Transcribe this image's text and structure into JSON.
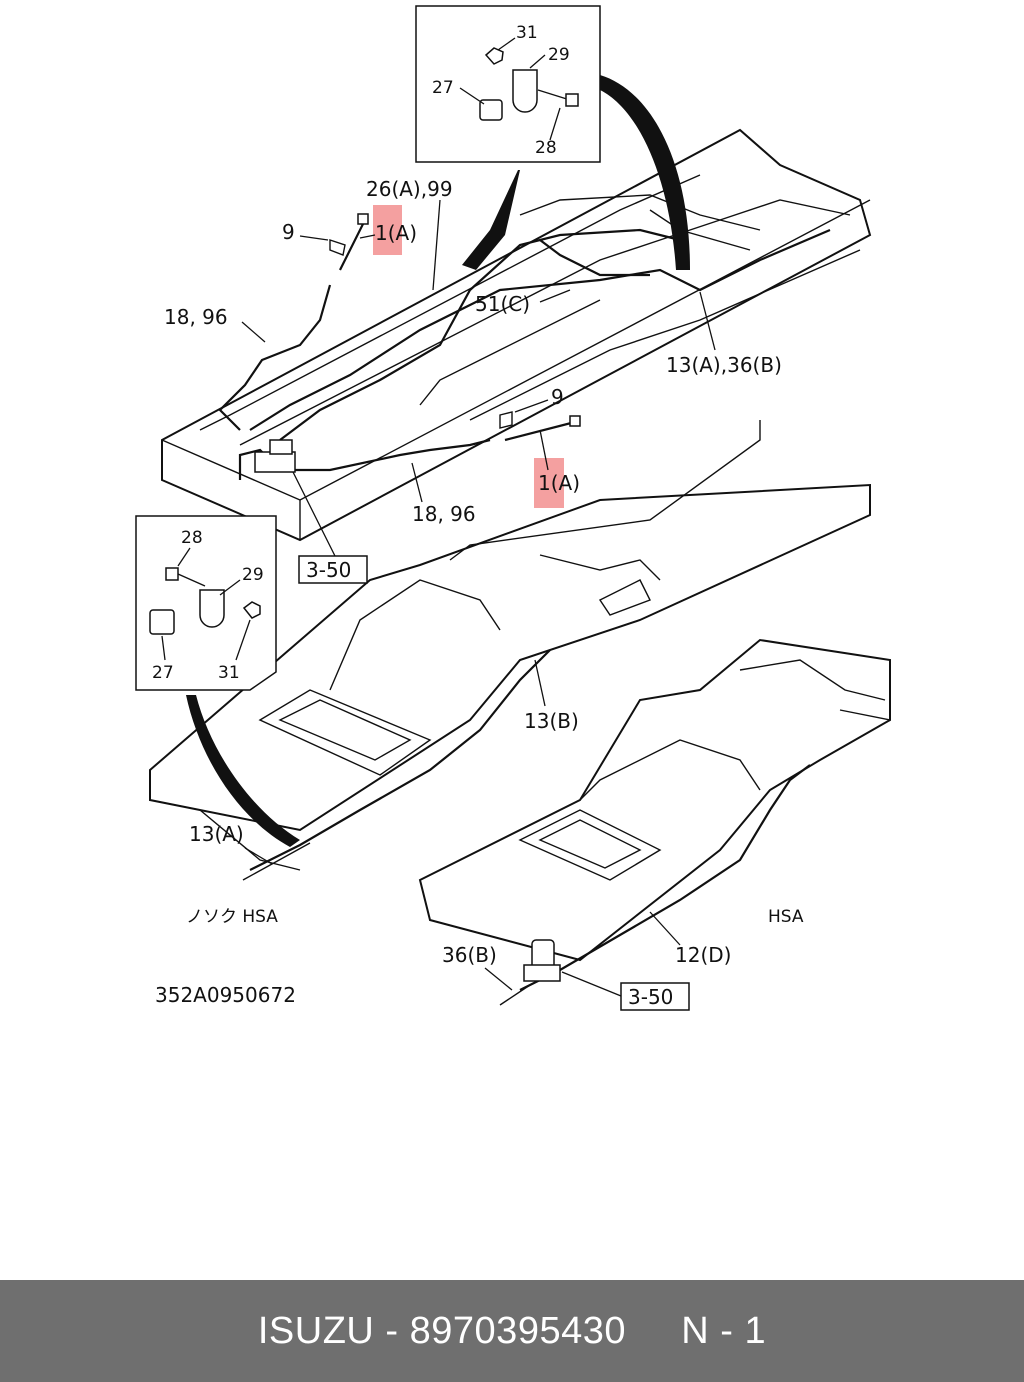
{
  "labels": {
    "inset_top_31": "31",
    "inset_top_29": "29",
    "inset_top_27": "27",
    "inset_top_28": "28",
    "p26a_99": "26(A),99",
    "p9_top": "9",
    "p1a_top": "1(A)",
    "p18_96_top": "18, 96",
    "p51c": "51(C)",
    "p13a_36b": "13(A),36(B)",
    "p9_mid": "9",
    "p1a_mid": "1(A)",
    "p18_96_mid": "18, 96",
    "ref_3_50_top": "3-50",
    "inset_bot_28": "28",
    "inset_bot_29": "29",
    "inset_bot_27": "27",
    "inset_bot_31": "31",
    "p13b": "13(B)",
    "p13a_bot": "13(A)",
    "nosoku_hsa": "ノソク HSA",
    "hsa": "HSA",
    "p36b": "36(B)",
    "p12d": "12(D)",
    "ref_3_50_bot": "3-50",
    "drawing_no": "352A0950672"
  },
  "highlight_color": "#f4a0a0",
  "footer": {
    "text": "ISUZU - 8970395430     N - 1"
  }
}
